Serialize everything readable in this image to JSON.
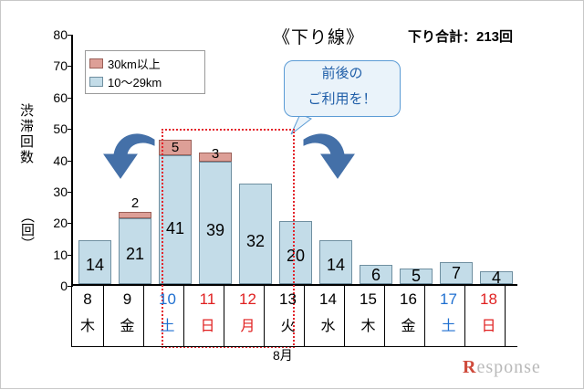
{
  "chart_data": {
    "type": "bar",
    "title": "《下り線》",
    "subtitle": "下り合計：213回",
    "xlabel": "8月",
    "ylabel": "渋滞回数",
    "ylabel_unit": "（回）",
    "ylim": [
      0,
      80
    ],
    "yticks": [
      0,
      10,
      20,
      30,
      40,
      50,
      60,
      70,
      80
    ],
    "grid": false,
    "legend_position": "upper-left",
    "stacked": true,
    "categories": [
      "8",
      "9",
      "10",
      "11",
      "12",
      "13",
      "14",
      "15",
      "16",
      "17",
      "18"
    ],
    "category_dow": [
      "木",
      "金",
      "土",
      "日",
      "月",
      "火",
      "水",
      "木",
      "金",
      "土",
      "日"
    ],
    "series": [
      {
        "name": "10〜29km",
        "color": "#c3dce8",
        "values": [
          14,
          21,
          41,
          39,
          32,
          20,
          14,
          6,
          5,
          7,
          4
        ]
      },
      {
        "name": "30km以上",
        "color": "#dd9f97",
        "values": [
          0,
          2,
          5,
          3,
          0,
          0,
          0,
          0,
          0,
          0,
          0
        ]
      }
    ],
    "annotation": {
      "callout_line1": "前後の",
      "callout_line2": "ご利用を！"
    }
  },
  "legend": {
    "items": [
      {
        "label": "30km以上",
        "color": "#dd9f97"
      },
      {
        "label": "10〜29km",
        "color": "#c3dce8"
      }
    ]
  },
  "watermark": {
    "r": "R",
    "rest": "esponse"
  }
}
